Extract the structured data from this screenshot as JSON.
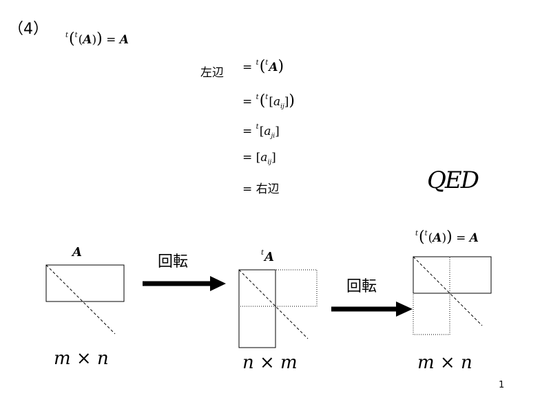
{
  "part_label": "（4）",
  "theorem": {
    "base": "A",
    "t": "t"
  },
  "proof": {
    "lhs_label": "左辺",
    "eq": "=",
    "line3_body": "a",
    "line3_sub": "ji",
    "line4_body": "a",
    "line4_sub": "ij",
    "line2_sub": "ij",
    "line5_rhs": "右辺"
  },
  "qed": "QED",
  "diagram": {
    "matrix1_label": "A",
    "matrix1_dims": "m × n",
    "matrix2_label": "A",
    "matrix2_t": "t",
    "matrix2_dims": "n × m",
    "matrix3_dims": "m × n",
    "arrow1_label": "回転",
    "arrow2_label": "回転"
  },
  "page_number": "1"
}
